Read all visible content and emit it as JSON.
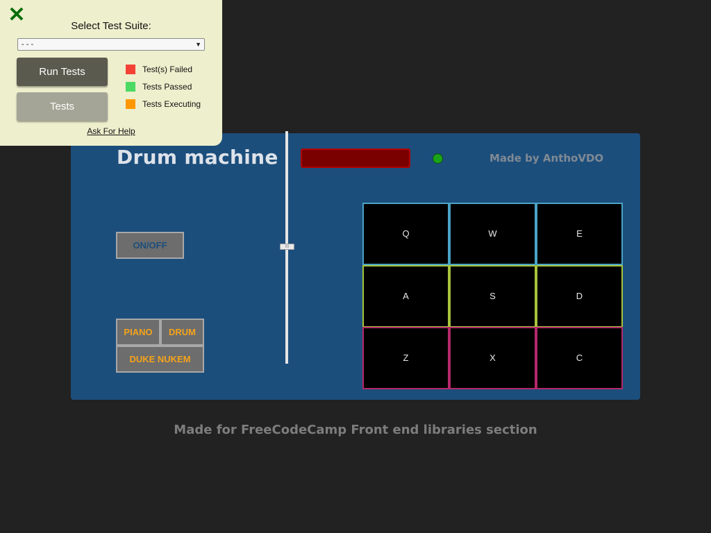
{
  "machine": {
    "title": "Drum machine",
    "credit": "Made by AnthoVDO",
    "onoff_label": "ON/OFF",
    "slider_grip": "III",
    "banks": {
      "piano": "PIANO",
      "drum": "DRUM",
      "duke": "DUKE NUKEM"
    },
    "pads": [
      {
        "key": "Q"
      },
      {
        "key": "W"
      },
      {
        "key": "E"
      },
      {
        "key": "A"
      },
      {
        "key": "S"
      },
      {
        "key": "D"
      },
      {
        "key": "Z"
      },
      {
        "key": "X"
      },
      {
        "key": "C"
      }
    ],
    "colors": {
      "row1": "#4aa3c6",
      "row2": "#a7c43c",
      "row3": "#b5286a",
      "bank_text": "#f5a31a",
      "power_led": "#1aa31a"
    }
  },
  "footer": {
    "text": "Made for FreeCodeCamp Front end libraries section"
  },
  "test_panel": {
    "close_icon": "close-x-icon",
    "suite_label": "Select Test Suite:",
    "suite_value": "- - -",
    "run_label": "Run Tests",
    "tests_label": "Tests",
    "legend": [
      {
        "label": "Test(s) Failed",
        "color": "#f44336"
      },
      {
        "label": "Tests Passed",
        "color": "#4cd964"
      },
      {
        "label": "Tests Executing",
        "color": "#ff9800"
      }
    ],
    "help_label": "Ask For Help"
  }
}
